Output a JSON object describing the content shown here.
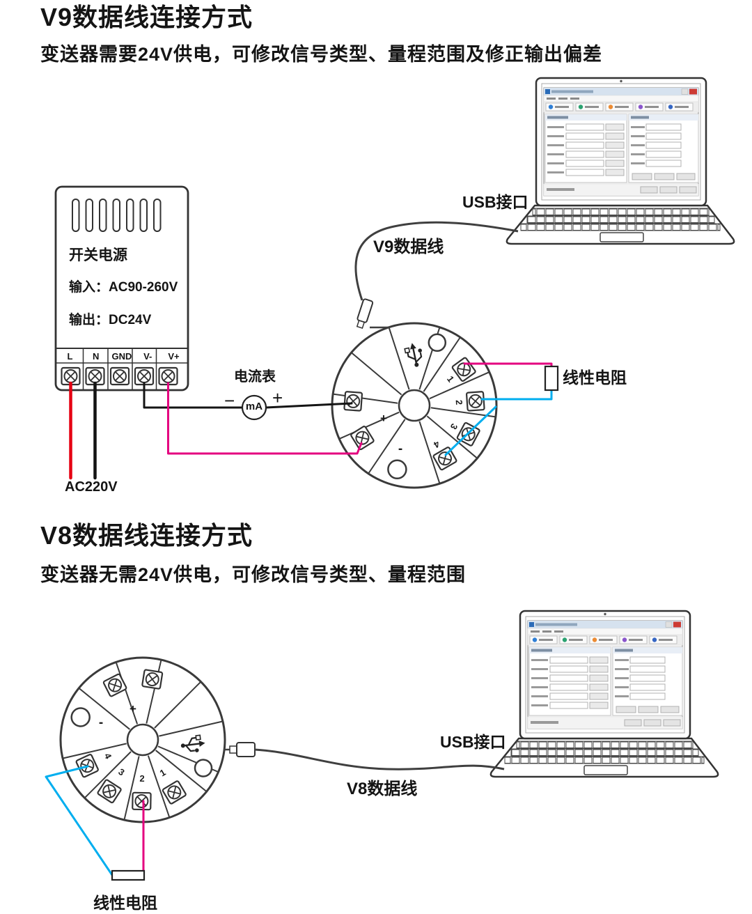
{
  "v9": {
    "title": "V9数据线连接方式",
    "subtitle": "变送器需要24V供电，可修改信号类型、量程范围及修正输出偏差",
    "usb_label": "USB接口",
    "cable_label": "V9数据线",
    "resistor_label": "线性电阻",
    "ammeter": {
      "label": "电流表",
      "unit": "mA",
      "minus": "−",
      "plus": "+"
    },
    "psu": {
      "name": "开关电源",
      "input": "输入：AC90-260V",
      "output": "输出：DC24V",
      "terminals": [
        "L",
        "N",
        "GND",
        "V-",
        "V+"
      ],
      "ac_label": "AC220V"
    }
  },
  "v8": {
    "title": "V8数据线连接方式",
    "subtitle": "变送器无需24V供电，可修改信号类型、量程范围",
    "usb_label": "USB接口",
    "cable_label": "V8数据线",
    "resistor_label": "线性电阻"
  },
  "transmitter": {
    "t1": "1",
    "t2": "2",
    "t3": "3",
    "t4": "4",
    "plus": "+",
    "minus": "-"
  },
  "colors": {
    "outline": "#333333",
    "wire_red": "#e60012",
    "wire_black": "#141414",
    "wire_magenta": "#e4007f",
    "wire_blue": "#00aeef"
  }
}
